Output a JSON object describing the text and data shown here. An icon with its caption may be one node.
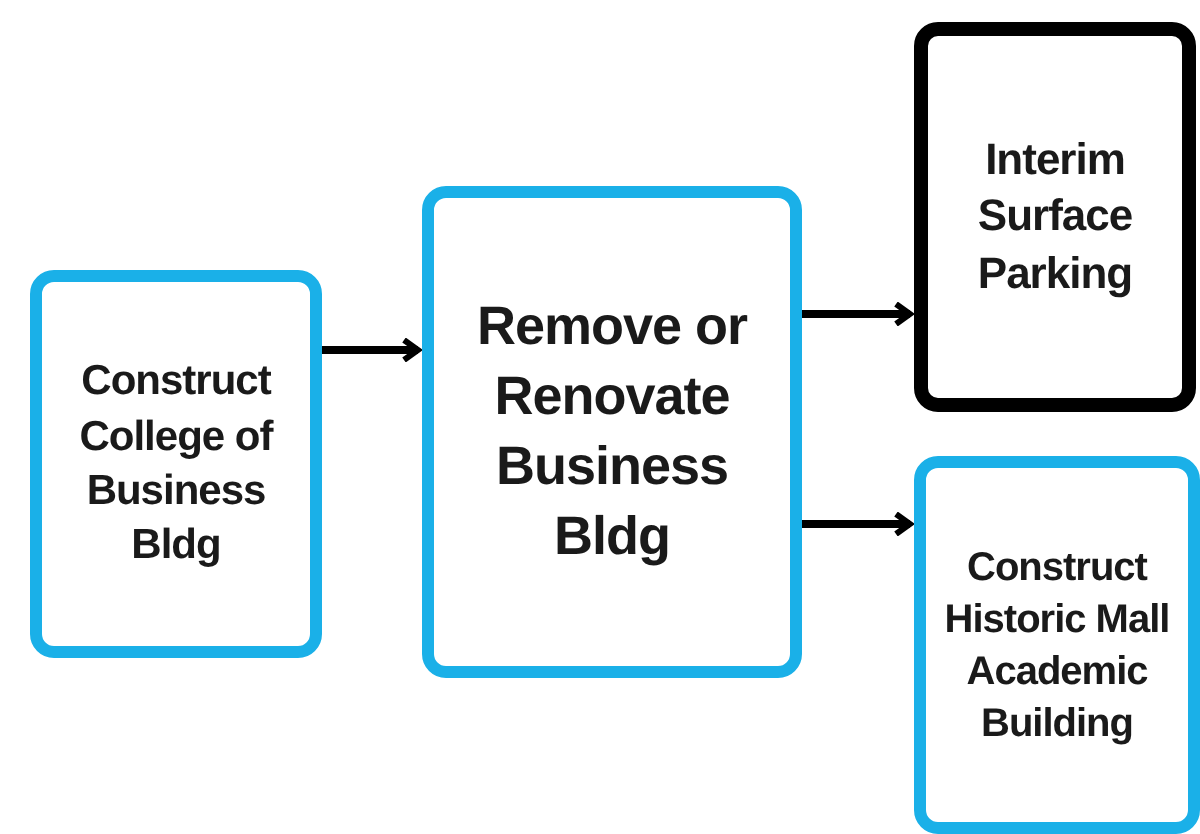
{
  "diagram": {
    "nodes": [
      {
        "text": [
          "Construct College of Business Bldg"
        ]
      },
      {
        "text": [
          "Remove or Renovate Business Bldg"
        ]
      },
      {
        "text": [
          "Interim Surface Parking"
        ]
      },
      {
        "text": [
          "Construct Historic Mall Academic Building"
        ]
      }
    ],
    "edges": [
      {
        "from": 0,
        "to": 1,
        "arrow": "to"
      },
      {
        "from": 1,
        "to": 2,
        "arrow": "to"
      },
      {
        "from": 1,
        "to": 3,
        "arrow": "to"
      }
    ]
  }
}
